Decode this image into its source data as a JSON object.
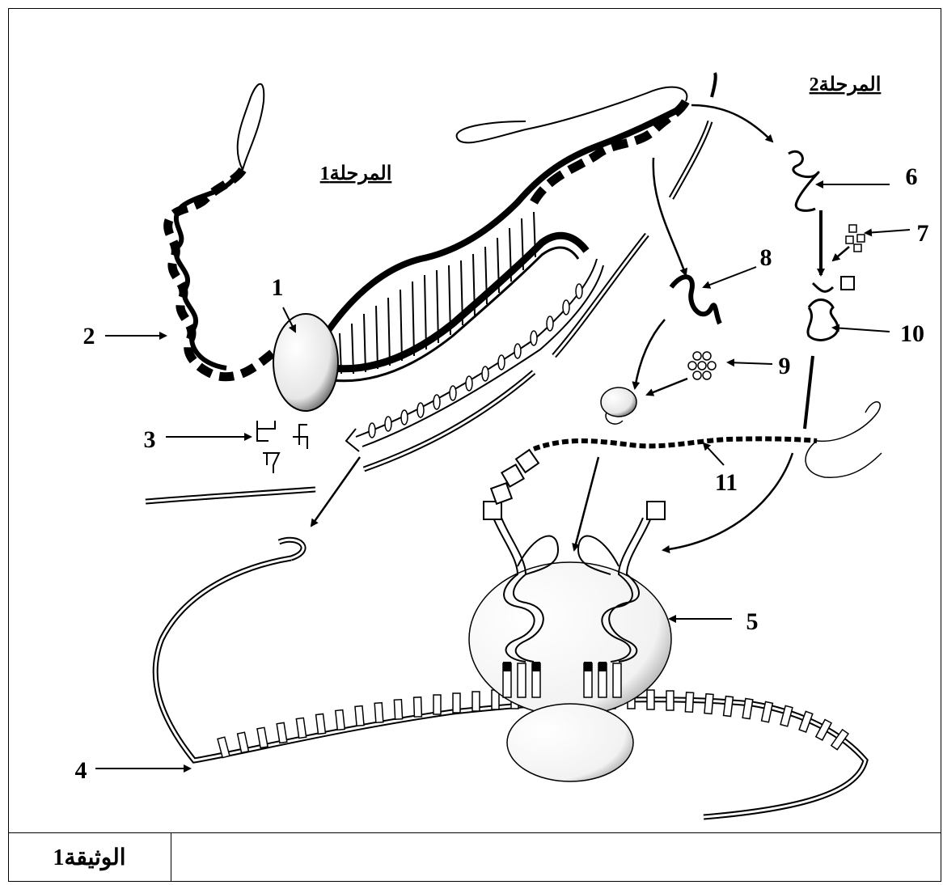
{
  "stages": {
    "stage1": "المرحلة1",
    "stage2": "المرحلة2"
  },
  "labels": [
    "1",
    "2",
    "3",
    "4",
    "5",
    "6",
    "7",
    "8",
    "9",
    "10",
    "11"
  ],
  "caption": "الوثيقة1"
}
